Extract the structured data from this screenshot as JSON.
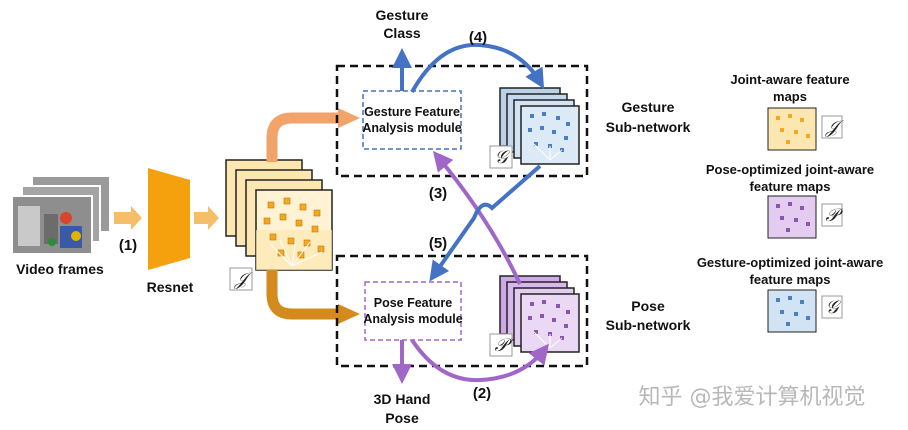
{
  "labels": {
    "video_frames": "Video frames",
    "resnet": "Resnet",
    "gesture_class": [
      "Gesture",
      "Class"
    ],
    "hand_pose": [
      "3D Hand",
      "Pose"
    ],
    "gesture_subnet": [
      "Gesture",
      "Sub-network"
    ],
    "pose_subnet": [
      "Pose",
      "Sub-network"
    ],
    "gesture_module": [
      "Gesture Feature",
      "Analysis module"
    ],
    "pose_module": [
      "Pose Feature",
      "Analysis module"
    ]
  },
  "steps": [
    "(1)",
    "(2)",
    "(3)",
    "(4)",
    "(5)"
  ],
  "symbols": {
    "joint": "𝒥",
    "gesture": "𝒢",
    "pose": "𝒫"
  },
  "legend": {
    "joint": [
      "Joint-aware feature",
      "maps"
    ],
    "pose": [
      "Pose-optimized joint-aware",
      "feature maps"
    ],
    "gesture": [
      "Gesture-optimized joint-aware",
      "feature maps"
    ]
  },
  "watermark": "知乎 @我爱计算机视觉",
  "colors": {
    "orange_light": "#f2a36a",
    "orange_dark": "#d48a1c",
    "resnet": "#f5a10d",
    "blue_arrow": "#4472c4",
    "purple_arrow": "#a066c8",
    "joint_fill": "#fde7b0",
    "pose_fill": "#e3ccf0",
    "gesture_fill": "#d2e4f4"
  }
}
